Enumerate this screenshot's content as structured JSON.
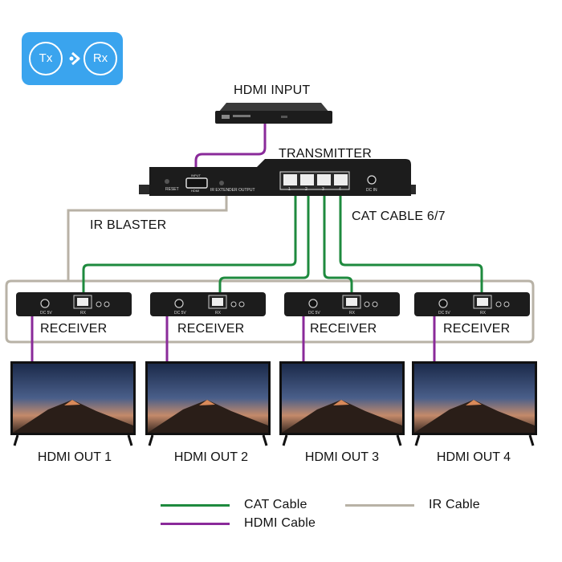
{
  "badge": {
    "tx": "Tx",
    "rx": "Rx"
  },
  "labels": {
    "hdmi_input": "HDMI INPUT",
    "transmitter": "TRANSMITTER",
    "ir_blaster": "IR BLASTER",
    "cat_cable": "CAT CABLE 6/7"
  },
  "transmitter": {
    "reset": "RESET",
    "input": "INPUT",
    "hdmi": "HDMI",
    "ir_output": "IR EXTENDER OUTPUT",
    "ports": [
      "1",
      "2",
      "3",
      "4"
    ],
    "dc_in": "DC IN"
  },
  "receivers": [
    {
      "label": "RECEIVER",
      "dc": "DC 5V",
      "rx": "RX"
    },
    {
      "label": "RECEIVER",
      "dc": "DC 5V",
      "rx": "RX"
    },
    {
      "label": "RECEIVER",
      "dc": "DC 5V",
      "rx": "RX"
    },
    {
      "label": "RECEIVER",
      "dc": "DC 5V",
      "rx": "RX"
    }
  ],
  "outputs": [
    "HDMI OUT 1",
    "HDMI OUT 2",
    "HDMI OUT 3",
    "HDMI OUT 4"
  ],
  "legend": {
    "cat": "CAT Cable",
    "ir": "IR Cable",
    "hdmi": "HDMI Cable"
  },
  "colors": {
    "cat": "#1e8a3e",
    "hdmi": "#8a2a9a",
    "ir": "#b8b2a6",
    "badge": "#3aa4ee",
    "device": "#1c1c1c"
  },
  "icons": [
    "tx-rx-arrow-icon",
    "tv-icon",
    "hdmi-port-icon",
    "rj45-port-icon"
  ]
}
